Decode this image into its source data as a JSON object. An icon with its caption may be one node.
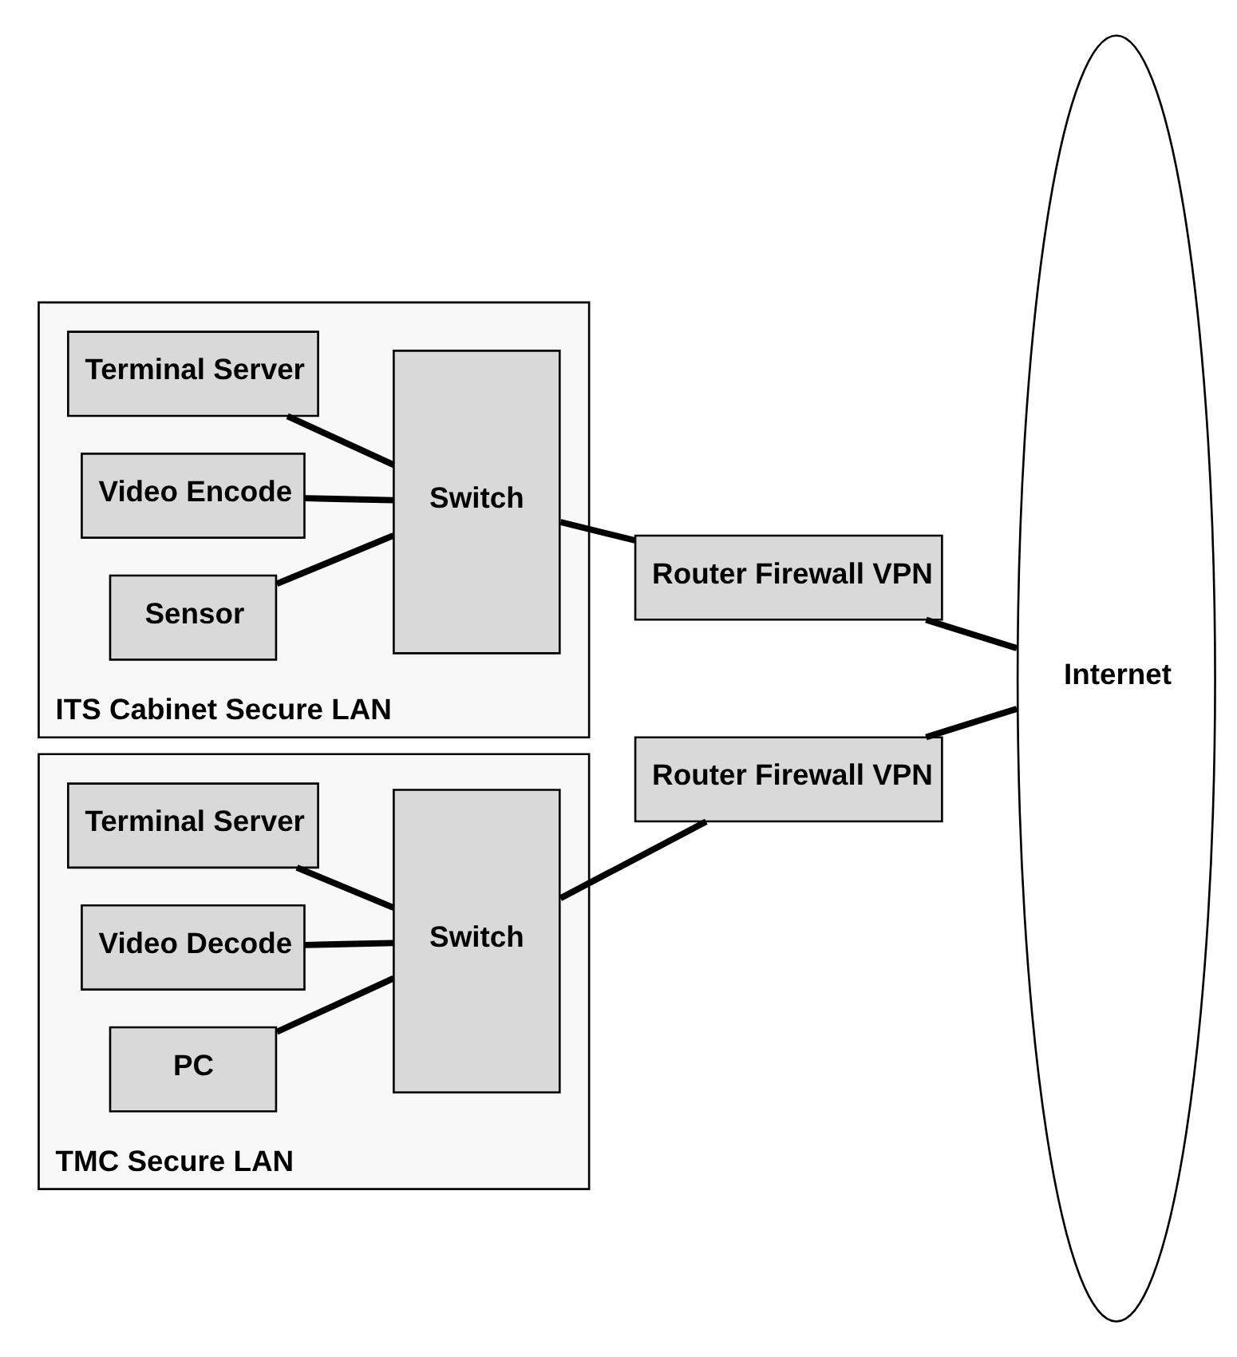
{
  "diagram": {
    "nodes": [
      {
        "text": [
          "ITS Cabinet Secure LAN"
        ]
      },
      {
        "text": [
          "Terminal Server"
        ],
        "in": 0
      },
      {
        "text": [
          "Video Encode"
        ],
        "in": 0
      },
      {
        "text": [
          "Sensor"
        ],
        "in": 0
      },
      {
        "text": [
          "Switch"
        ],
        "in": 0
      },
      {
        "text": [
          "Router Firewall VPN"
        ]
      },
      {
        "text": [
          "Internet"
        ]
      },
      {
        "text": [
          "TMC Secure LAN"
        ]
      },
      {
        "text": [
          "Terminal Server"
        ],
        "in": 7
      },
      {
        "text": [
          "Video Decode"
        ],
        "in": 7
      },
      {
        "text": [
          "PC"
        ],
        "in": 7
      },
      {
        "text": [
          "Switch"
        ],
        "in": 7
      },
      {
        "text": [
          "Router Firewall VPN"
        ]
      }
    ],
    "edges": [
      {
        "from": 1,
        "to": 4,
        "arrow": "none"
      },
      {
        "from": 2,
        "to": 4,
        "arrow": "none"
      },
      {
        "from": 3,
        "to": 4,
        "arrow": "none"
      },
      {
        "from": 4,
        "to": 5,
        "arrow": "none"
      },
      {
        "from": 5,
        "to": 6,
        "arrow": "none"
      },
      {
        "from": 8,
        "to": 11,
        "arrow": "none"
      },
      {
        "from": 9,
        "to": 11,
        "arrow": "none"
      },
      {
        "from": 10,
        "to": 11,
        "arrow": "none"
      },
      {
        "from": 11,
        "to": 12,
        "arrow": "none"
      },
      {
        "from": 12,
        "to": 6,
        "arrow": "none"
      }
    ]
  }
}
